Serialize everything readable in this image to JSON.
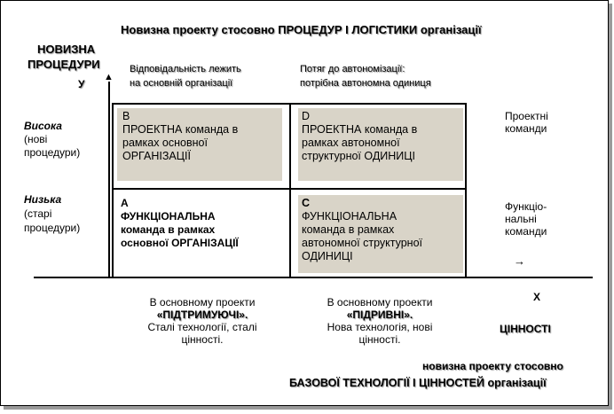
{
  "top_title": "Новизна проекту стосовно ПРОЦЕДУР І ЛОГІСТИКИ організації",
  "y_axis": {
    "title_line1": "НОВИЗНА",
    "title_line2": "ПРОЦЕДУРИ",
    "letter": "У",
    "arrow": "▲"
  },
  "top_columns": {
    "left_line1": "Відповідальність лежить",
    "left_line2": "на основній організації",
    "right_line1": "Потяг до автономізації:",
    "right_line2": "потрібна  автономна  одиниця"
  },
  "rows": {
    "high_italic": "Висока",
    "high_line2": "(нові",
    "high_line3": "процедури)",
    "low_italic": "Низька",
    "low_line2": "(старі",
    "low_line3": "процедури)"
  },
  "cells": {
    "B_letter": "В",
    "B_line1": "ПРОЕКТНА команда в",
    "B_line2": "рамках основної",
    "B_line3": "ОРГАНІЗАЦІЇ",
    "D_letter": "D",
    "D_line1": "ПРОЕКТНА команда в",
    "D_line2": "рамках автономної",
    "D_line3": "структурної  ОДИНИЦІ",
    "A_letter": "А",
    "A_line1": "ФУНКЦІОНАЛЬНА",
    "A_line2": "команда в рамках",
    "A_line3": "основної ОРГАНІЗАЦІЇ",
    "C_letter": "С",
    "C_line1": "ФУНКЦІОНАЛЬНА",
    "C_line2": "команда в рамках",
    "C_line3": "автономної структурної",
    "C_line4": "ОДИНИЦІ"
  },
  "right_labels": {
    "project_line1": "Проектні",
    "project_line2": "команди",
    "func_line1": "Функціо-",
    "func_line2": "нальні",
    "func_line3": "команди",
    "arrow": "→"
  },
  "bottom_columns": {
    "left_line1": "В основному проекти",
    "left_line2": "«ПІДТРИМУЮЧІ».",
    "left_line3": "Сталі технології,  сталі",
    "left_line4": "цінності.",
    "right_line1": "В основному проекти",
    "right_line2": "«ПІДРИВНІ».",
    "right_line3": "Нова технологія, нові",
    "right_line4": "цінності."
  },
  "x_axis": {
    "letter": "Х",
    "label": "ЦІННОСТІ"
  },
  "bottom_title_line1": "новизна проекту стосовно",
  "bottom_title_line2": "БАЗОВОЇ ТЕХНОЛОГІЇ І ЦІННОСТЕЙ організації"
}
